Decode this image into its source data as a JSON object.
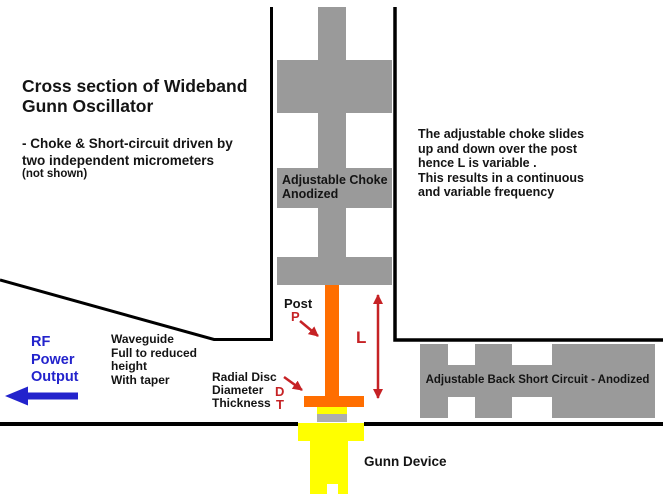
{
  "colors": {
    "metal_gray": "#9A9A9A",
    "light_gray": "#ADADAD",
    "post_orange": "#FF6E00",
    "device_yellow": "#FFFF00",
    "marker_red": "#C62225",
    "rf_blue": "#2323CC",
    "wall_black": "#000000",
    "text_black": "#141414"
  },
  "title": "Cross section of Wideband\nGunn Oscillator",
  "subtitle": "- Choke & Short-circuit driven by\ntwo independent micrometers",
  "subtitle_note": "(not shown)",
  "choke_note": "The adjustable choke slides\nup and down over the post\nhence L is variable .\nThis results in a continuous\nand variable frequency",
  "labels": {
    "adjustable_choke": "Adjustable Choke\nAnodized",
    "post": "Post",
    "post_marker": "P",
    "length_marker": "L",
    "waveguide": "Waveguide\nFull to reduced\nheight\nWith taper",
    "rf_output": "RF\nPower\nOutput",
    "radial_disc": "Radial Disc\nDiameter\nThickness",
    "diameter_marker": "D",
    "thickness_marker": "T",
    "back_short": "Adjustable Back Short Circuit - Anodized",
    "gunn_device": "Gunn Device"
  }
}
